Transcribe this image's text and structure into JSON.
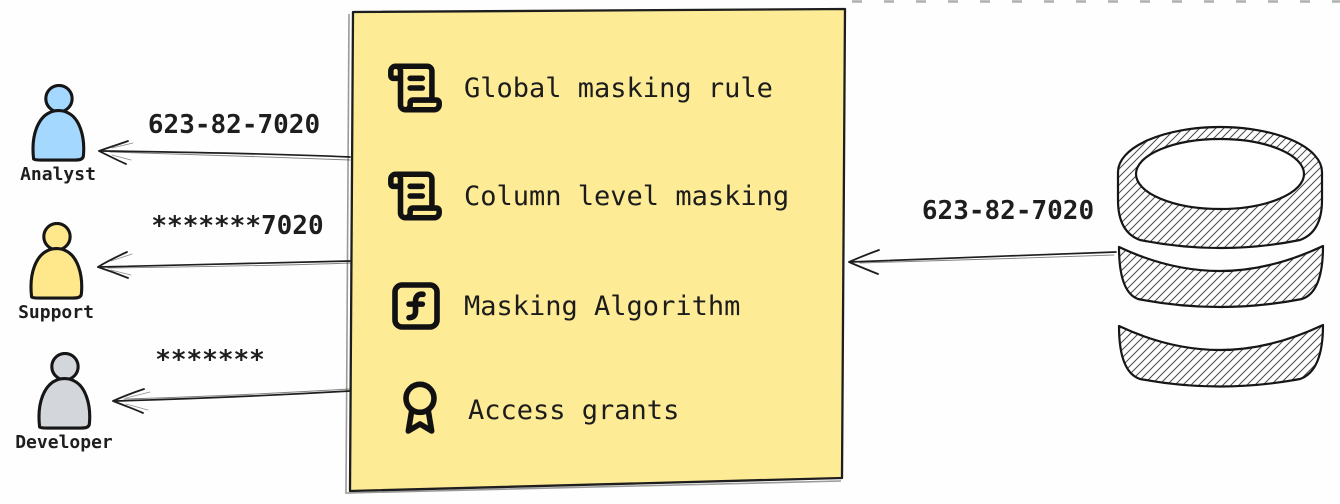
{
  "personas": [
    {
      "name": "Analyst",
      "figure_color": "#a5d8ff",
      "arrow_label": "623-82-7020"
    },
    {
      "name": "Support",
      "figure_color": "#ffe88c",
      "arrow_label": "*******7020"
    },
    {
      "name": "Developer",
      "figure_color": "#d3d7dc",
      "arrow_label": "*******"
    }
  ],
  "masking_box": {
    "fill_color": "#fdeb96",
    "items": [
      {
        "icon": "scroll-text-icon",
        "label": "Global masking rule"
      },
      {
        "icon": "scroll-text-icon",
        "label": "Column level masking"
      },
      {
        "icon": "function-square-icon",
        "label": "Masking Algorithm"
      },
      {
        "icon": "award-icon",
        "label": "Access grants"
      }
    ]
  },
  "database": {
    "icon": "database-icon",
    "arrow_label": "623-82-7020"
  },
  "colors": {
    "ink": "#1e1e1e",
    "box_fill": "#fdeb96",
    "analyst_blue": "#a5d8ff",
    "support_yellow": "#ffe88c",
    "developer_gray": "#d3d7dc"
  }
}
